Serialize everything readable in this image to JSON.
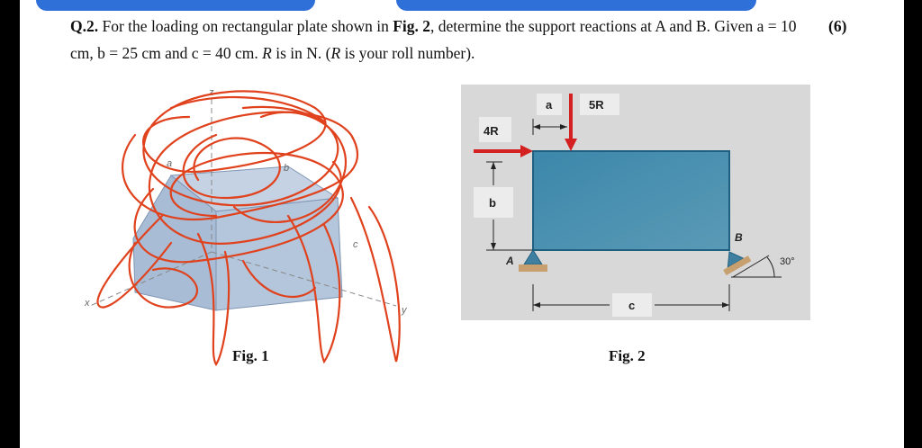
{
  "question": {
    "number": "Q.2.",
    "text_part1": " For the loading on rectangular plate shown in ",
    "fig_ref": "Fig. 2",
    "text_part2": ", determine the support reactions at A and B. Given a = 10 cm, b = 25 cm and c = 40 cm. ",
    "r_symbol": "R",
    "text_part3": " is in N. (",
    "r_symbol_2": "R",
    "text_part4": " is your roll number).",
    "marks": "(6)"
  },
  "fig1": {
    "caption": "Fig. 1",
    "axis_labels": {
      "z": "z",
      "x": "x",
      "y": "y"
    },
    "dim_labels": {
      "b": "b",
      "c": "c",
      "a": "a"
    }
  },
  "fig2": {
    "caption": "Fig. 2",
    "labels": {
      "load_horizontal": "4R",
      "load_vertical": "5R",
      "dim_a": "a",
      "dim_b": "b",
      "dim_c": "c",
      "support_a": "A",
      "support_b": "B",
      "angle": "30°"
    }
  },
  "colors": {
    "plate": "#4a8fad",
    "arrow": "#d42020",
    "scribble": "#e0421d",
    "figure_bg": "#d8d8d8",
    "support": "#3f7fa0",
    "block": "#a8bcd6"
  }
}
